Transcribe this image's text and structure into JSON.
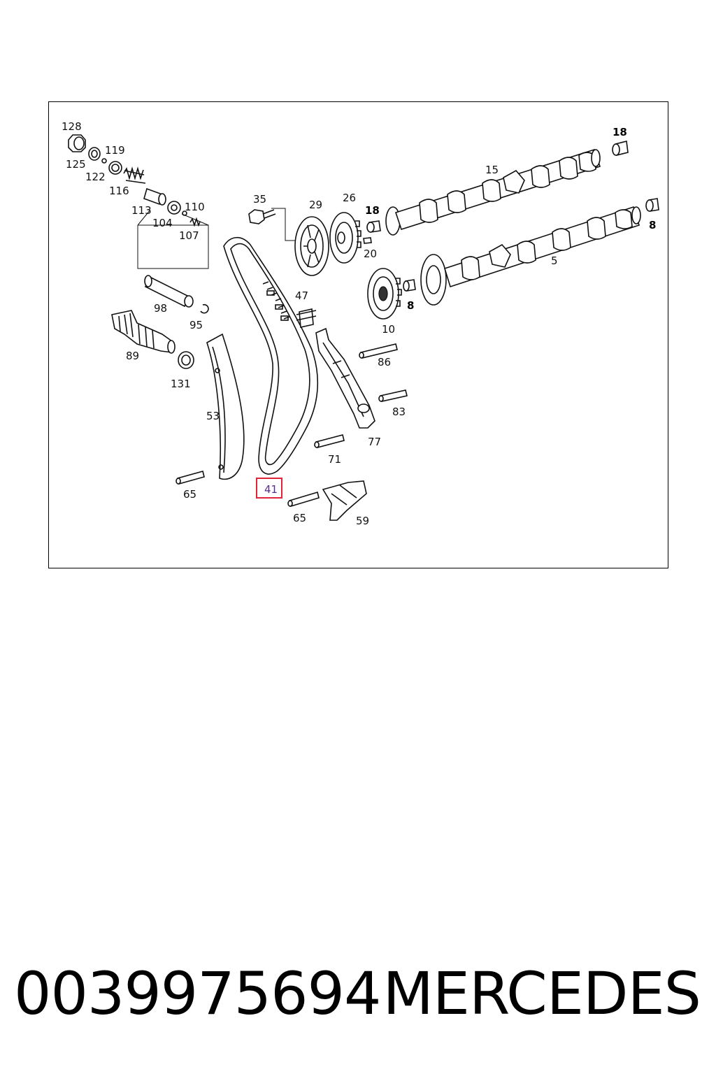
{
  "diagram": {
    "labels": {
      "l128": "128",
      "l119": "119",
      "l125": "125",
      "l122": "122",
      "l116": "116",
      "l113": "113",
      "l104": "104",
      "l110": "110",
      "l107": "107",
      "l35": "35",
      "l29": "29",
      "l26": "26",
      "l18a": "18",
      "l15": "15",
      "l18b": "18",
      "l20": "20",
      "l8a": "8",
      "l5": "5",
      "l8b": "8",
      "l10": "10",
      "l98": "98",
      "l95": "95",
      "l89": "89",
      "l131": "131",
      "l47": "47",
      "l86": "86",
      "l83": "83",
      "l77": "77",
      "l71": "71",
      "l53": "53",
      "l65a": "65",
      "l65b": "65",
      "l59": "59",
      "l41": "41"
    },
    "highlighted_part": "41"
  },
  "footer": {
    "part_number": "0039975694",
    "brand": "MERCEDES"
  },
  "colors": {
    "highlight": "#e2233a",
    "line": "#111111"
  }
}
